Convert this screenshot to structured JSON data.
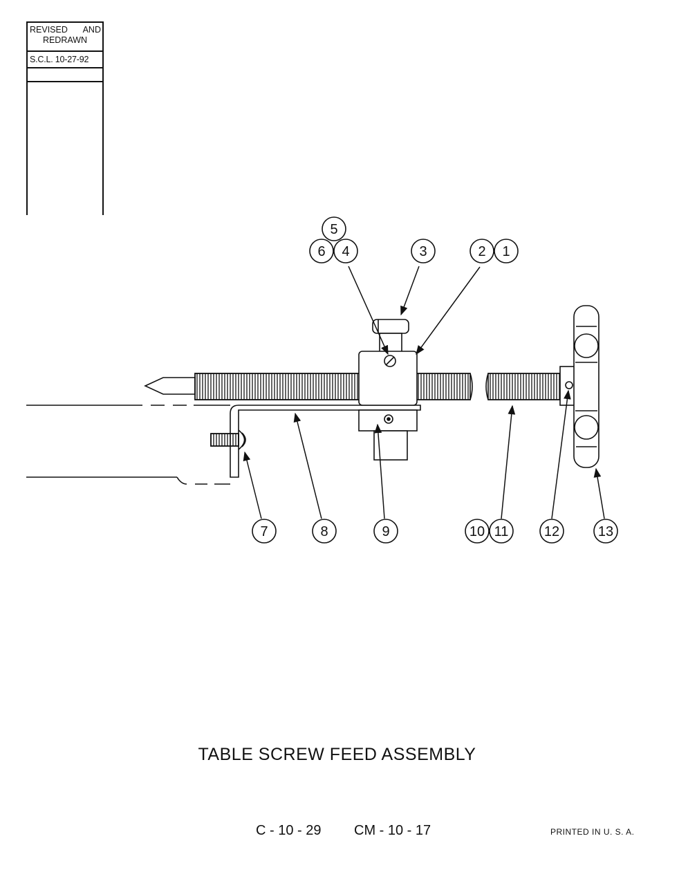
{
  "revision_box": {
    "line1a": "REVISED",
    "line1b": "AND",
    "line2": "REDRAWN",
    "note": "S.C.L. 10-27-92"
  },
  "callouts": {
    "c1": "1",
    "c2": "2",
    "c3": "3",
    "c4": "4",
    "c5": "5",
    "c6": "6",
    "c7": "7",
    "c8": "8",
    "c9": "9",
    "c10": "10",
    "c11": "11",
    "c12": "12",
    "c13": "13"
  },
  "title": "TABLE SCREW FEED ASSEMBLY",
  "codes": {
    "code1": "C - 10 - 29",
    "code2": "CM - 10 - 17"
  },
  "printed": "PRINTED IN U. S. A.",
  "colors": {
    "ink": "#111111",
    "paper": "#ffffff"
  }
}
